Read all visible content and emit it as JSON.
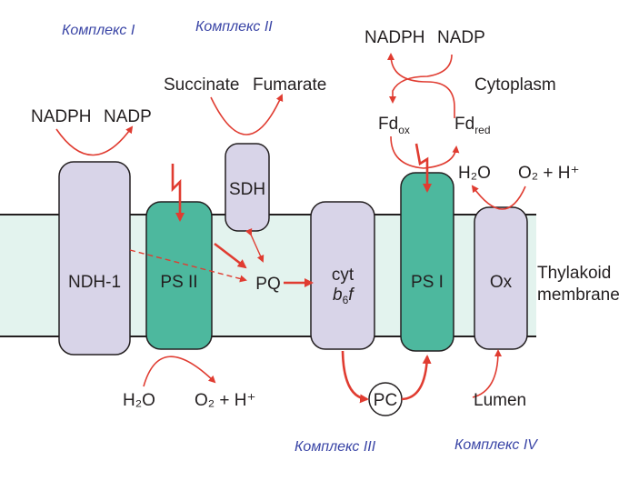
{
  "complexes": {
    "c1": "Комплекс I",
    "c2": "Комплекс II",
    "c3": "Комплекс III",
    "c4": "Комплекс IV"
  },
  "proteins": {
    "ndh1": "NDH-1",
    "ps2": "PS II",
    "sdh": "SDH",
    "cyt_main": "cyt",
    "cyt_b": "b",
    "cyt_sub": "6",
    "cyt_f": "f",
    "ps1": "PS I",
    "ox": "Ox",
    "pq": "PQ",
    "pc": "PC"
  },
  "reactions": {
    "ndh_nadph": "NADPH",
    "ndh_nadp": "NADP",
    "succinate": "Succinate",
    "fumarate": "Fumarate",
    "top_nadph": "NADPH",
    "top_nadp": "NADP",
    "cytoplasm": "Cytoplasm",
    "fd_ox_main": "Fd",
    "fd_ox_sub": "ox",
    "fd_red_main": "Fd",
    "fd_red_sub": "red",
    "ox_h2o": "H₂O",
    "ox_o2": "O₂ + H⁺",
    "ps2_h2o": "H₂O",
    "ps2_o2": "O₂ + H⁺",
    "lumen": "Lumen",
    "membrane_1": "Thylakoid",
    "membrane_2": "membrane"
  },
  "colors": {
    "arrow_red": "#e03c31",
    "membrane_fill": "#e3f3ee",
    "purple_protein": "#d8d4e8",
    "teal_protein": "#4db89e",
    "complex_label_blue": "#3a45a6"
  }
}
